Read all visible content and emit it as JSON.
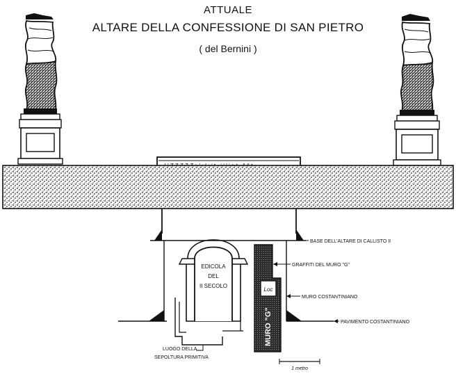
{
  "title": {
    "line1": "ATTUALE",
    "line2": "ALTARE DELLA CONFESSIONE DI SAN PIETRO",
    "line3": "( del Bernini )"
  },
  "altar_inscription": "I ' Z Z Z Z Z ± ' : I : i t - i i ' i a t . A ^ t -",
  "edicola": {
    "line1": "EDICOLA",
    "line2": "DEL",
    "line3": "II SECOLO"
  },
  "muro_g_label": "MURO \"G\"",
  "loc_label": "Loc",
  "labels": {
    "base_altare": "BASE DELL'ALTARE DI CALLISTO II",
    "graffiti": "GRAFFITI DEL MURO \"G\"",
    "muro_costantiniano": "MURO COSTANTINIANO",
    "pavimento": "PAVIMENTO COSTANTINIANO",
    "luogo_line1": "LUOGO DELLA",
    "luogo_line2": "SEPOLTURA PRIMITIVA"
  },
  "scale_label": "1 metro",
  "colors": {
    "ink": "#111111",
    "stipple": "#8a8a8a",
    "paper": "#ffffff"
  }
}
